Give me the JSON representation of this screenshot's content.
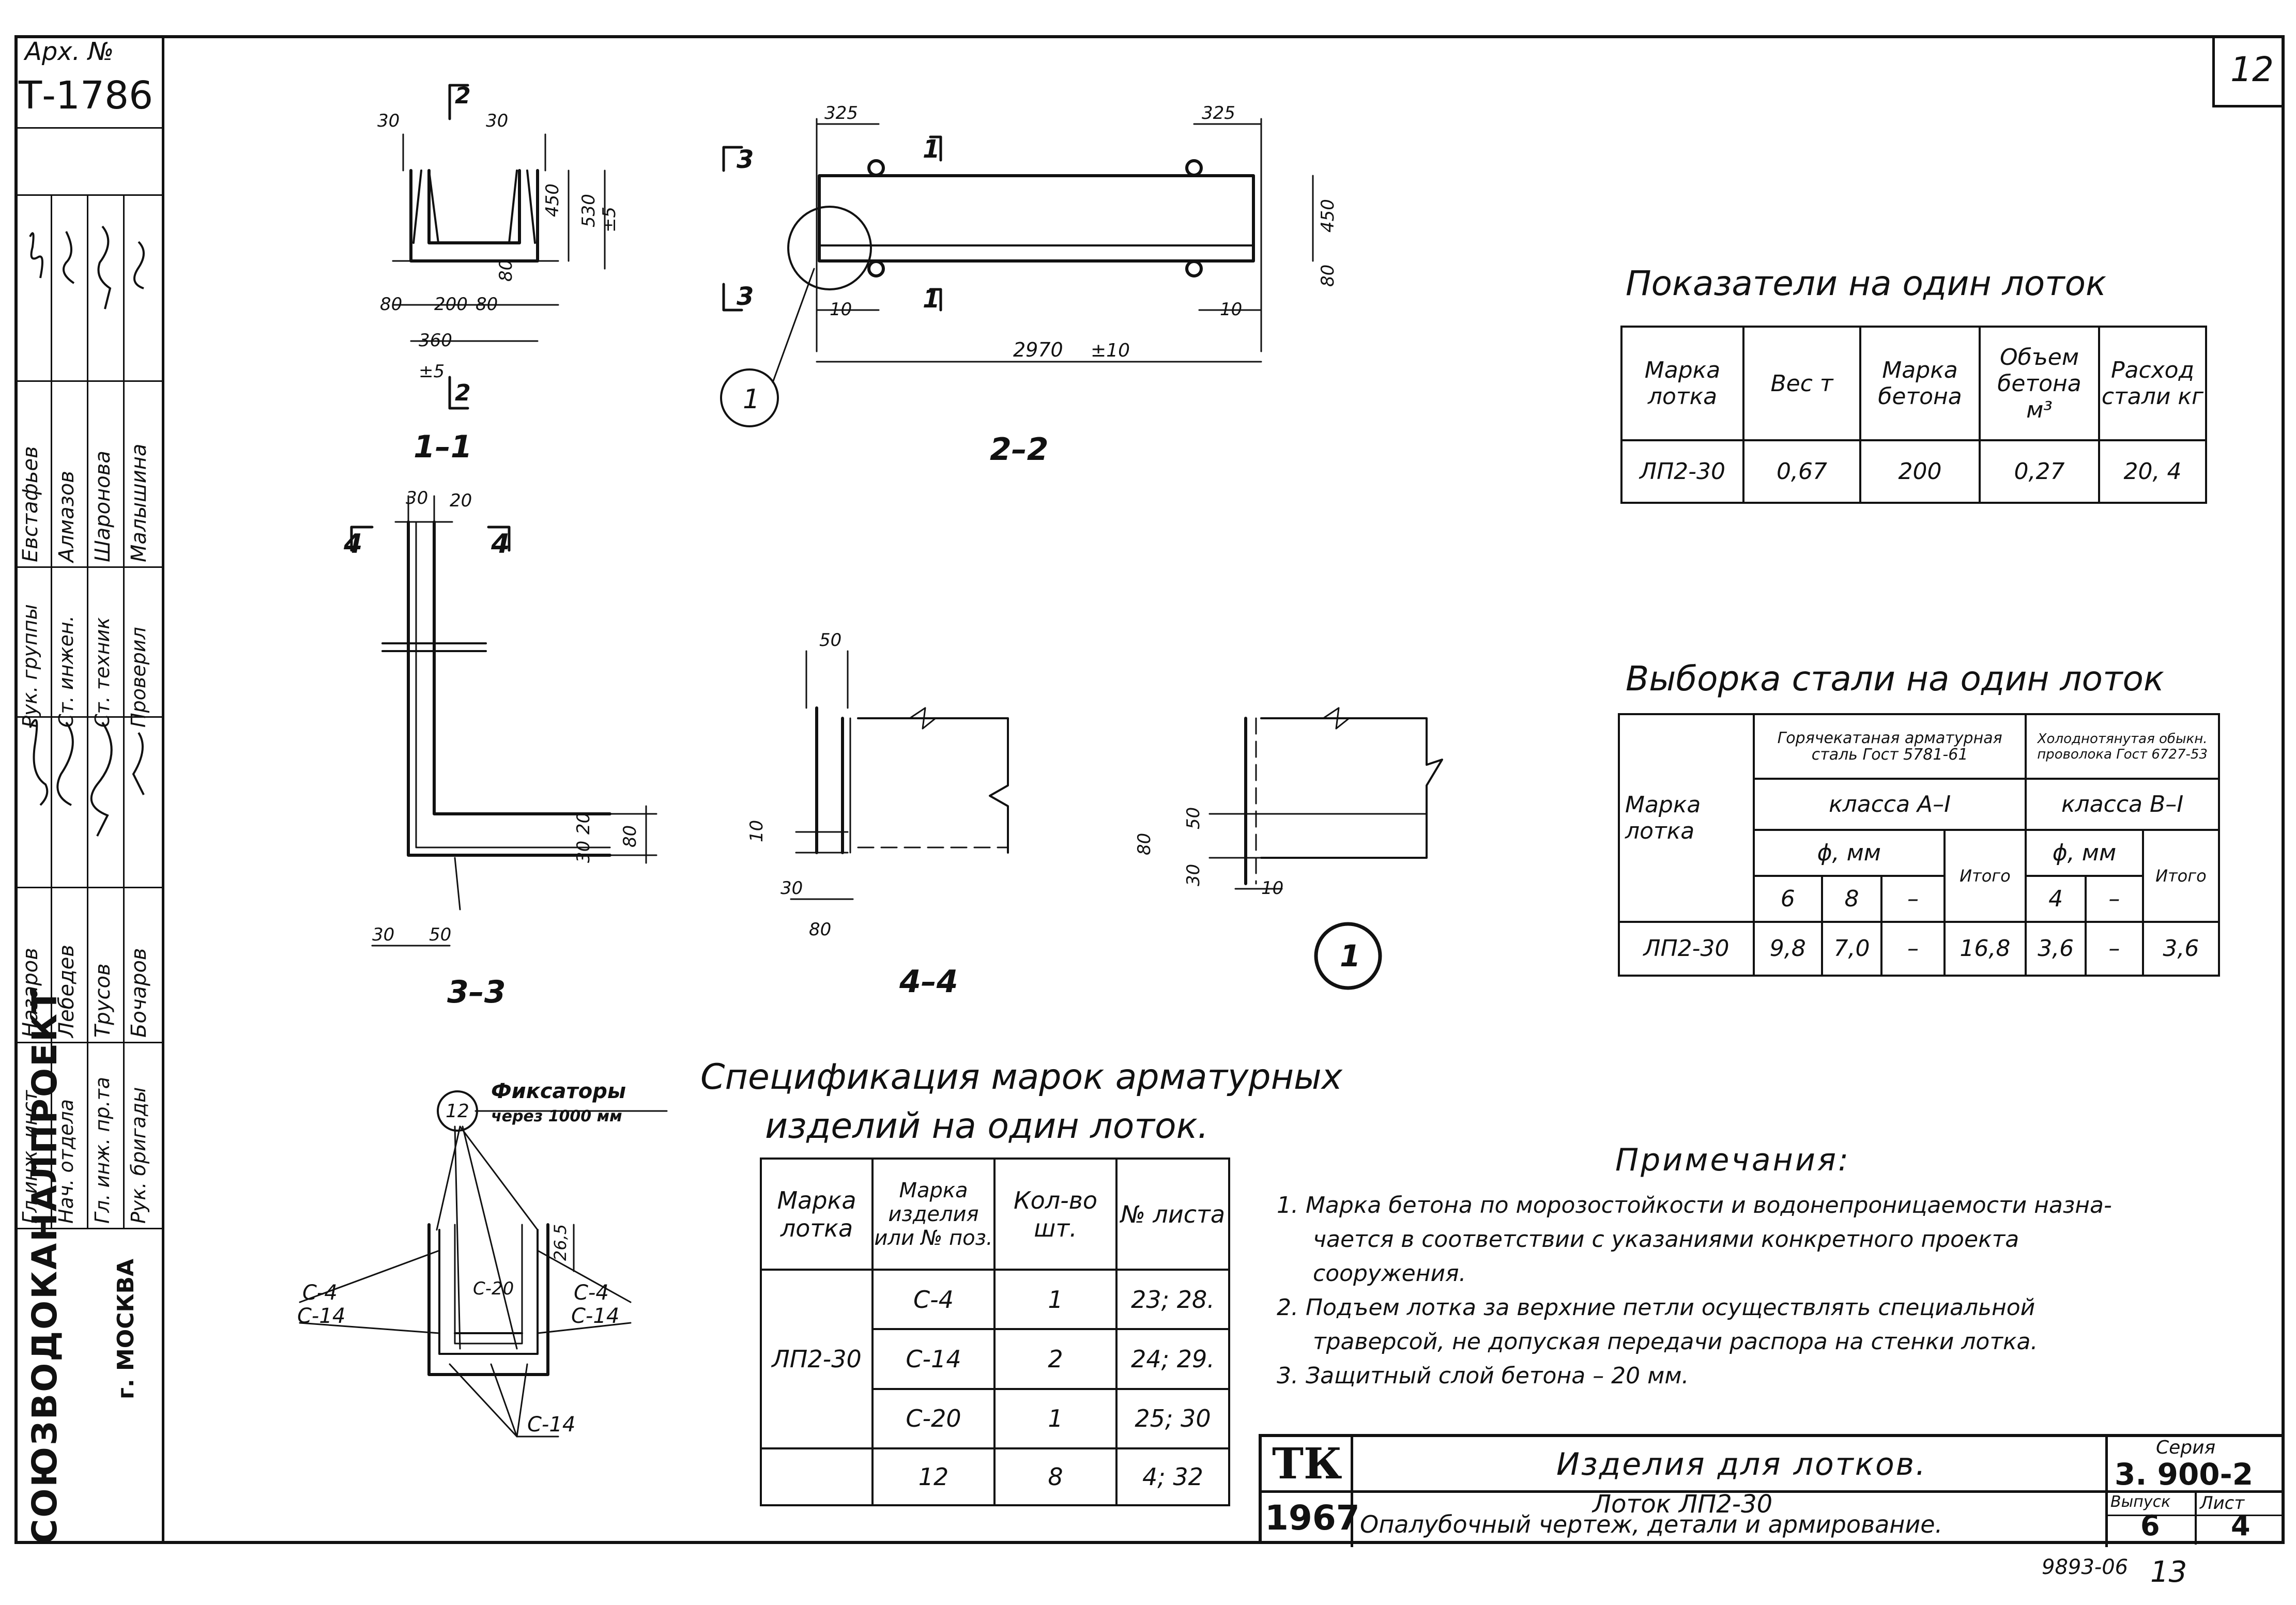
{
  "sheet": {
    "number": "12",
    "arch_label": "Арх. №",
    "arch_value": "Т-1786",
    "footer_code": "9893-06",
    "footer_page": "13"
  },
  "left_stamp": {
    "org": "СОЮЗВОДОКАНАЛПРОЕКТ",
    "city": "г. МОСКВА",
    "roles": [
      "Гл.инж. инст.",
      "Нач. отдела",
      "Гл. инж. пр.та",
      "Рук. бригады",
      "Рук. группы",
      "Ст. инжен.",
      "Ст. техник",
      "Проверил"
    ],
    "names": [
      "Назаров",
      "Лебедев",
      "Трусов",
      "Бочаров",
      "Евстафьев",
      "Алмазов",
      "Шаронова",
      "Малышина"
    ]
  },
  "drawings": {
    "s11": {
      "label": "1–1",
      "dims": [
        "30",
        "30",
        "450",
        "530",
        "±5",
        "80",
        "80",
        "80",
        "200",
        "360",
        "±5"
      ],
      "cut": "2"
    },
    "s22": {
      "label": "2–2",
      "dims": [
        "325",
        "325",
        "450",
        "80",
        "10",
        "10",
        "2970",
        "±10"
      ],
      "cuts": [
        "3",
        "3",
        "1",
        "1"
      ],
      "callout": "1"
    },
    "s33": {
      "label": "3–3",
      "dims": [
        "30",
        "20",
        "30",
        "50",
        "20",
        "30",
        "80"
      ],
      "cuts": [
        "4",
        "4"
      ]
    },
    "s44": {
      "label": "4–4",
      "dims": [
        "50",
        "10",
        "30",
        "80"
      ]
    },
    "d1": {
      "dims": [
        "80",
        "50",
        "30",
        "10"
      ],
      "callout": "1"
    },
    "fix": {
      "callout": "12",
      "title": "Фиксаторы",
      "subtitle": "через 1000 мм",
      "labels": [
        "С-4",
        "С-14",
        "С-20",
        "С-4",
        "С-14",
        "С-14",
        "26,5"
      ]
    }
  },
  "indicators": {
    "title": "Показатели на один лоток",
    "headers": [
      "Марка лотка",
      "Вес т",
      "Марка бетона",
      "Объем бетона м³",
      "Расход стали кг"
    ],
    "row": [
      "ЛП2-30",
      "0,67",
      "200",
      "0,27",
      "20, 4"
    ]
  },
  "steel": {
    "title": "Выборка стали на один лоток",
    "h_mark": "Марка лотка",
    "h_hot": "Горячекатаная арматурная сталь Гост 5781-61",
    "h_cold": "Холоднотянутая обыкн. проволока Гост 6727-53",
    "h_classA": "класса А–I",
    "h_classB": "класса В–I",
    "h_phi": "ϕ, мм",
    "h_total": "Итого",
    "diam": [
      "6",
      "8",
      "–",
      "4",
      "–"
    ],
    "row": [
      "ЛП2-30",
      "9,8",
      "7,0",
      "–",
      "16,8",
      "3,6",
      "–",
      "3,6"
    ]
  },
  "spec": {
    "title_1": "Спецификация марок арматурных",
    "title_2": "изделий на один лоток.",
    "headers": [
      "Марка лотка",
      "Марка изделия или № поз.",
      "Кол-во шт.",
      "№ листа"
    ],
    "mark": "ЛП2-30",
    "rows": [
      [
        "С-4",
        "1",
        "23; 28."
      ],
      [
        "С-14",
        "2",
        "24; 29."
      ],
      [
        "С-20",
        "1",
        "25; 30"
      ],
      [
        "12",
        "8",
        "4; 32"
      ]
    ]
  },
  "notes": {
    "title": "Примечания:",
    "lines": [
      "1. Марка бетона по морозостойкости и водонепроницаемости назна-",
      "чается в соответствии с указаниями      конкретного проекта",
      "сооружения.",
      "2. Подъем лотка за верхние петли осуществлять специальной",
      "траверсой, не допуская передачи распора на стенки лотка.",
      "3. Защитный слой бетона – 20 мм."
    ]
  },
  "title_block": {
    "tk": "ТК",
    "year": "1967",
    "title": "Изделия для лотков.",
    "subtitle_1": "Лоток ЛП2-30",
    "subtitle_2": "Опалубочный чертеж, детали и армирование.",
    "series_label": "Серия",
    "series": "3. 900-2",
    "issue_label": "Выпуск",
    "sheet_label": "Лист",
    "issue": "6",
    "sheet": "4"
  }
}
